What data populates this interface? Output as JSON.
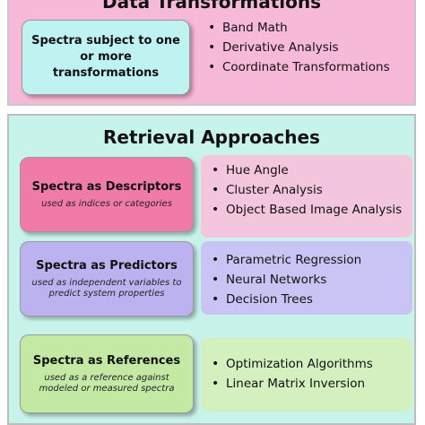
{
  "transformations": {
    "title": "Data Transformations",
    "box": {
      "title": "Spectra subject to one or more transformations"
    },
    "items": [
      "Band Math",
      "Derivative Analysis",
      "Coordinate Transformations"
    ]
  },
  "retrieval": {
    "title": "Retrieval Approaches",
    "rows": [
      {
        "title": "Spectra as Descriptors",
        "subtitle": "used as indices or categories",
        "items": [
          "Hue Angle",
          "Cluster Analysis",
          "Object Based Image Analysis"
        ],
        "left_color": "#f07aa8",
        "right_color": "#f3c6de"
      },
      {
        "title": "Spectra as Predictors",
        "subtitle": "used as independent variables to predict system properties",
        "items": [
          "Parametric Regression",
          "Neural Networks",
          "Decision Trees"
        ],
        "left_color": "#bdb2f0",
        "right_color": "#c9c4f4"
      },
      {
        "title": "Spectra as References",
        "subtitle": "used as a reference against modeled or measured spectra",
        "items": [
          "Optimization Algorithms",
          "Linear Matrix Inversion"
        ],
        "left_color": "#c3e9a5",
        "right_color": "#d3f0be"
      }
    ]
  },
  "colors": {
    "transform_panel": "#f6b9d7",
    "retrieval_panel": "#c8f3ea",
    "transform_box": "#bff3f1",
    "transform_list_box": "#f6b9d7"
  }
}
